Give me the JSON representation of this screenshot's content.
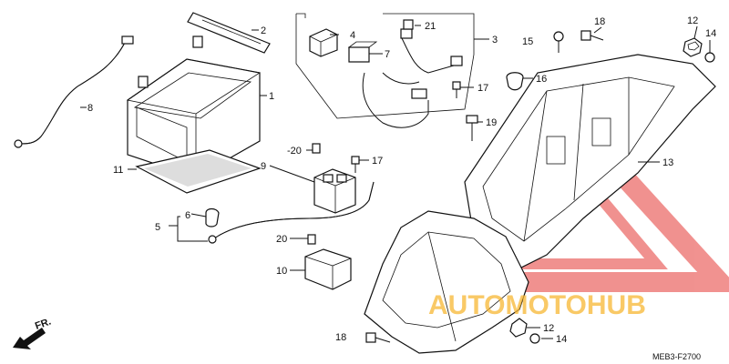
{
  "diagram": {
    "callouts": {
      "c1": "1",
      "c2": "2",
      "c3": "3",
      "c4": "4",
      "c5": "5",
      "c6": "6",
      "c7": "7",
      "c8": "8",
      "c9": "9",
      "c10": "10",
      "c11": "11",
      "c12a": "12",
      "c12b": "12",
      "c13": "13",
      "c14a": "14",
      "c14b": "14",
      "c15": "15",
      "c16": "16",
      "c17a": "17",
      "c17b": "17",
      "c18a": "18",
      "c18b": "18",
      "c19": "19",
      "c20a": "-20",
      "c20b": "20",
      "c21": "21"
    },
    "front_arrow": "FR.",
    "drawing_code": "MEB3-F2700"
  },
  "watermark": {
    "brand": "AUTOMOTOHUB",
    "colors": {
      "primary": "#e53935",
      "secondary": "#f7b733",
      "text_dark": "#4a4a4a"
    }
  }
}
